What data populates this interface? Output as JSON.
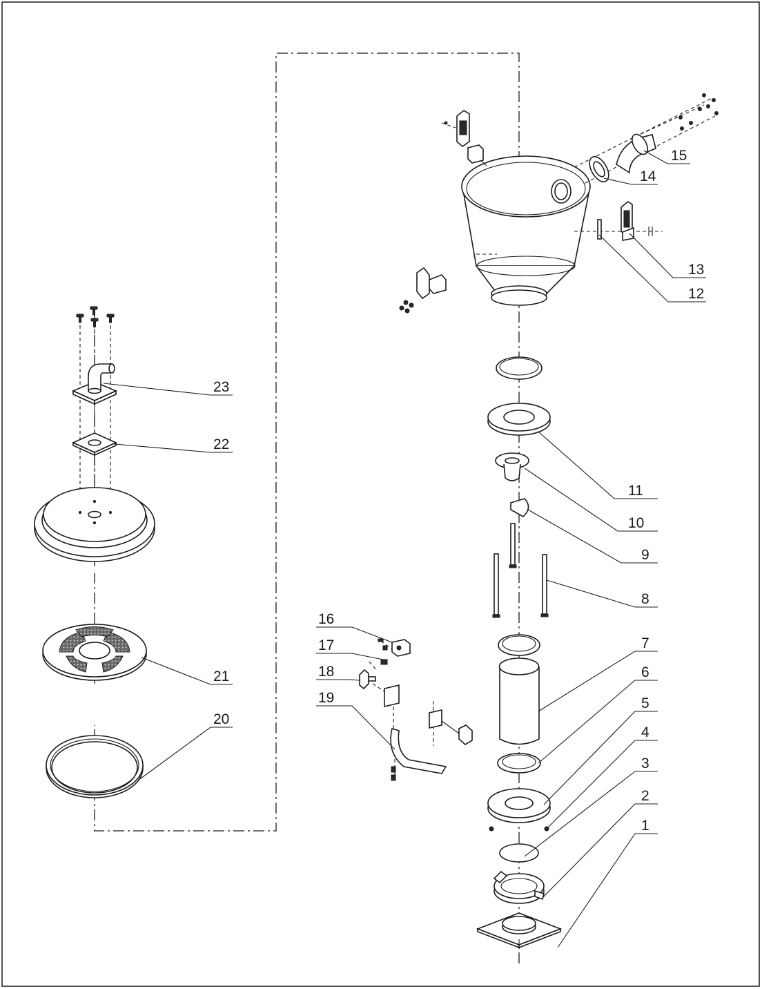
{
  "callouts": [
    {
      "id": "1",
      "label": "1"
    },
    {
      "id": "2",
      "label": "2"
    },
    {
      "id": "3",
      "label": "3"
    },
    {
      "id": "4",
      "label": "4"
    },
    {
      "id": "5",
      "label": "5"
    },
    {
      "id": "6",
      "label": "6"
    },
    {
      "id": "7",
      "label": "7"
    },
    {
      "id": "8",
      "label": "8"
    },
    {
      "id": "9",
      "label": "9"
    },
    {
      "id": "10",
      "label": "10"
    },
    {
      "id": "11",
      "label": "11"
    },
    {
      "id": "12",
      "label": "12"
    },
    {
      "id": "13",
      "label": "13"
    },
    {
      "id": "14",
      "label": "14"
    },
    {
      "id": "15",
      "label": "15"
    },
    {
      "id": "16",
      "label": "16"
    },
    {
      "id": "17",
      "label": "17"
    },
    {
      "id": "18",
      "label": "18"
    },
    {
      "id": "19",
      "label": "19"
    },
    {
      "id": "20",
      "label": "20"
    },
    {
      "id": "21",
      "label": "21"
    },
    {
      "id": "22",
      "label": "22"
    },
    {
      "id": "23",
      "label": "23"
    }
  ],
  "colors": {
    "line": "#1a1a1a",
    "background": "#ffffff",
    "mesh": "#555555"
  }
}
